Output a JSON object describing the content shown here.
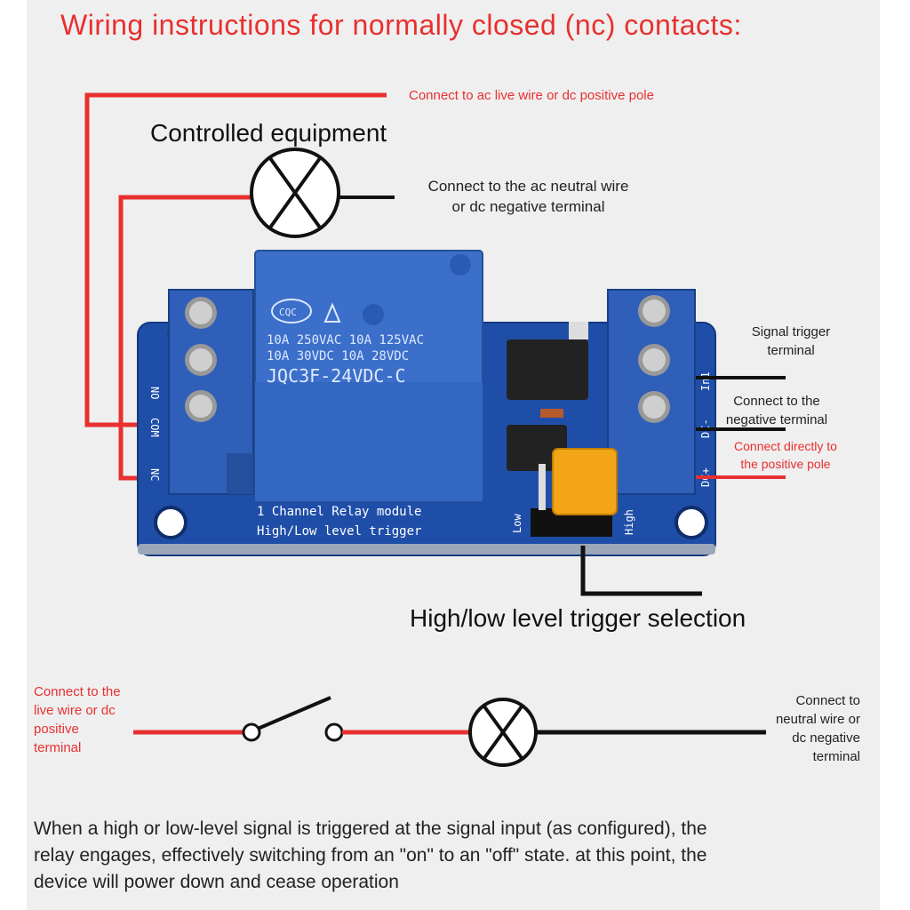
{
  "title": "Wiring instructions for normally closed (nc) contacts:",
  "labels": {
    "live_wire": "Connect to ac live wire or dc positive pole",
    "controlled_equipment": "Controlled equipment",
    "neutral_line1": "Connect to the ac neutral wire",
    "neutral_line2": "or dc negative terminal",
    "signal_line1": "Signal trigger",
    "signal_line2": "terminal",
    "negative_line1": "Connect to the",
    "negative_line2": "negative terminal",
    "positive_line1": "Connect directly to",
    "positive_line2": "the positive pole",
    "trigger_selection": "High/low level trigger selection"
  },
  "relay": {
    "brand_badge": "CQC",
    "rating1": "10A 250VAC 10A 125VAC",
    "rating2": "10A  30VDC 10A  28VDC",
    "model": "JQC3F-24VDC-C",
    "board_label1": "1 Channel Relay module",
    "board_label2": "High/Low level trigger",
    "pin_nc": "NC",
    "pin_com": "COM",
    "pin_no": "NO",
    "pin_in": "In1",
    "pin_dcm": "DC-",
    "pin_dcp": "DC+",
    "jumper_low": "Low",
    "jumper_high": "High"
  },
  "circuit": {
    "left_line1": "Connect to the",
    "left_line2": "live wire or dc",
    "left_line3": "positive",
    "left_line4": "terminal",
    "right_line1": "Connect to",
    "right_line2": "neutral wire or",
    "right_line3": "dc negative",
    "right_line4": "terminal"
  },
  "description": {
    "line1": "When a high or low-level signal is triggered at the signal input (as configured), the",
    "line2": "relay engages, effectively switching from an \"on\" to an \"off\" state. at this point, the",
    "line3": "device will power down and cease operation"
  },
  "colors": {
    "wire_red": "#e8302f",
    "wire_black": "#111111",
    "terminal_blue": "#2f5fb8",
    "board_blue": "#1f4ea8",
    "jumper_yellow": "#f2a516"
  }
}
